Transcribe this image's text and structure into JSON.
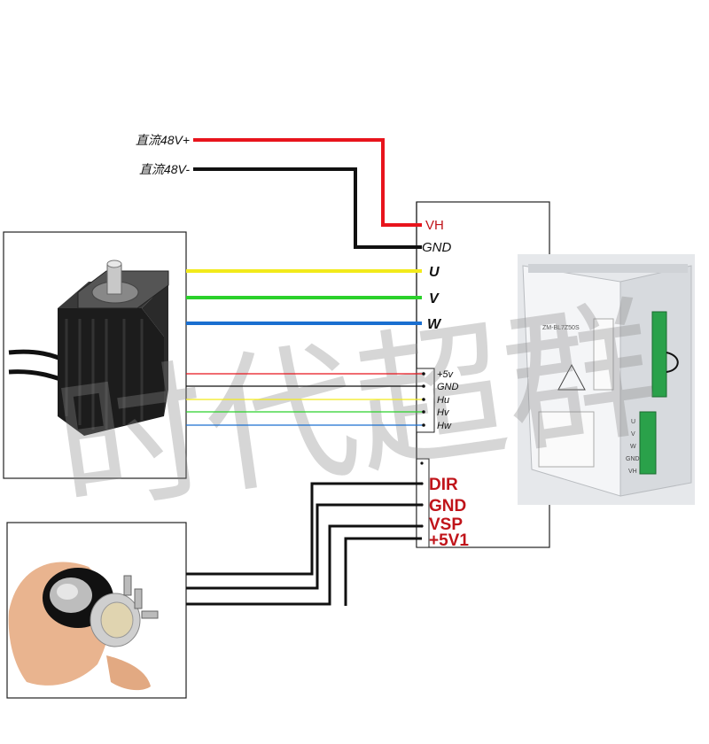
{
  "power": {
    "positive_label": "直流48V+",
    "negative_label": "直流48V-"
  },
  "driver": {
    "power_terminals": [
      "VH",
      "GND"
    ],
    "motor_terminals": [
      "U",
      "V",
      "W"
    ],
    "hall_terminals": [
      "+5v",
      "GND",
      "Hu",
      "Hv",
      "Hw"
    ],
    "control_terminals": [
      "DIR",
      "GND",
      "VSP",
      "+5V1"
    ],
    "model_text": "ZM-BL7Z50S",
    "side_terminals": [
      "U",
      "V",
      "W",
      "GND",
      "VH"
    ]
  },
  "watermark": "时代超群",
  "colors": {
    "red": "#e8141c",
    "black": "#111111",
    "yellow": "#f2ea1b",
    "green": "#2bd12b",
    "blue": "#1a6fd0",
    "control_label": "#c0141a"
  }
}
